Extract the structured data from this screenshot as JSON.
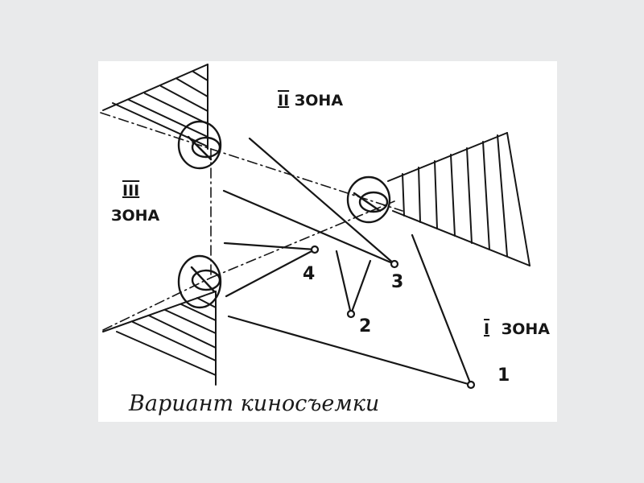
{
  "zones": {
    "zone_ii": {
      "numeral": "II",
      "word": "ЗОНА"
    },
    "zone_iii": {
      "numeral": "III",
      "word": "ЗОНА"
    },
    "zone_i": {
      "numeral": "I",
      "word": "ЗОНА"
    }
  },
  "camera_positions": [
    "1",
    "2",
    "3",
    "4"
  ],
  "caption": "Вариант киносъемки",
  "colors": {
    "ink": "#161616",
    "paper": "#ffffff",
    "background": "#e9eaeb"
  },
  "icons": [
    "actor-figure-icon"
  ]
}
